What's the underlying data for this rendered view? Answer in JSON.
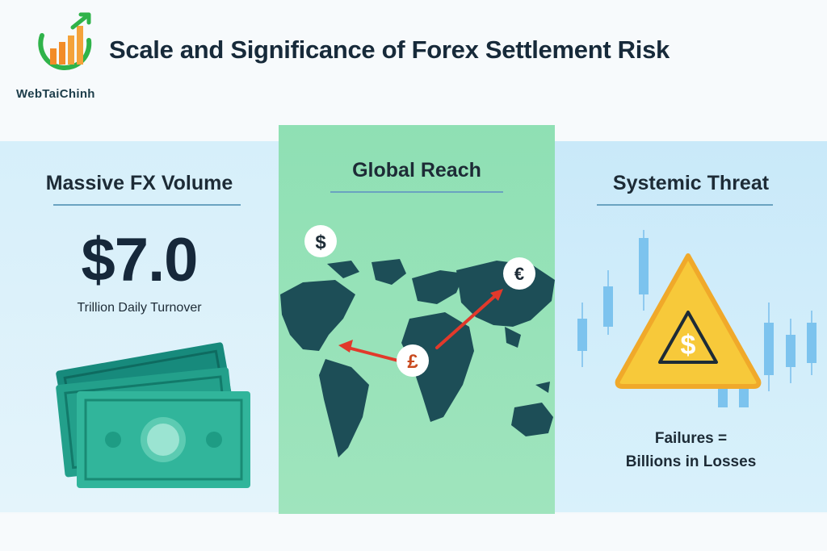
{
  "brand": {
    "name": "WebTaiChinh",
    "logo_icon": "growth-bars-icon"
  },
  "header": {
    "title": "Scale and Significance of Forex Settlement Risk"
  },
  "colors": {
    "left_panel": "#d6effa",
    "middle_panel": "#8fe0b4",
    "right_panel": "#c9e9f9",
    "map_land": "#1d4e57",
    "arrow": "#e2392b",
    "warning": "#f7c93a",
    "money": "#2bb39a"
  },
  "panels": {
    "volume": {
      "title": "Massive FX Volume",
      "value": "$7.0",
      "caption": "Trillion Daily Turnover",
      "icon": "banknotes-icon"
    },
    "reach": {
      "title": "Global Reach",
      "symbols": {
        "dollar": "$",
        "euro": "€",
        "pound": "£"
      },
      "icon": "world-map-icon"
    },
    "threat": {
      "title": "Systemic Threat",
      "line1": "Failures =",
      "line2": "Billions in Losses",
      "warning_symbol": "$",
      "icon": "warning-triangle-icon"
    }
  }
}
